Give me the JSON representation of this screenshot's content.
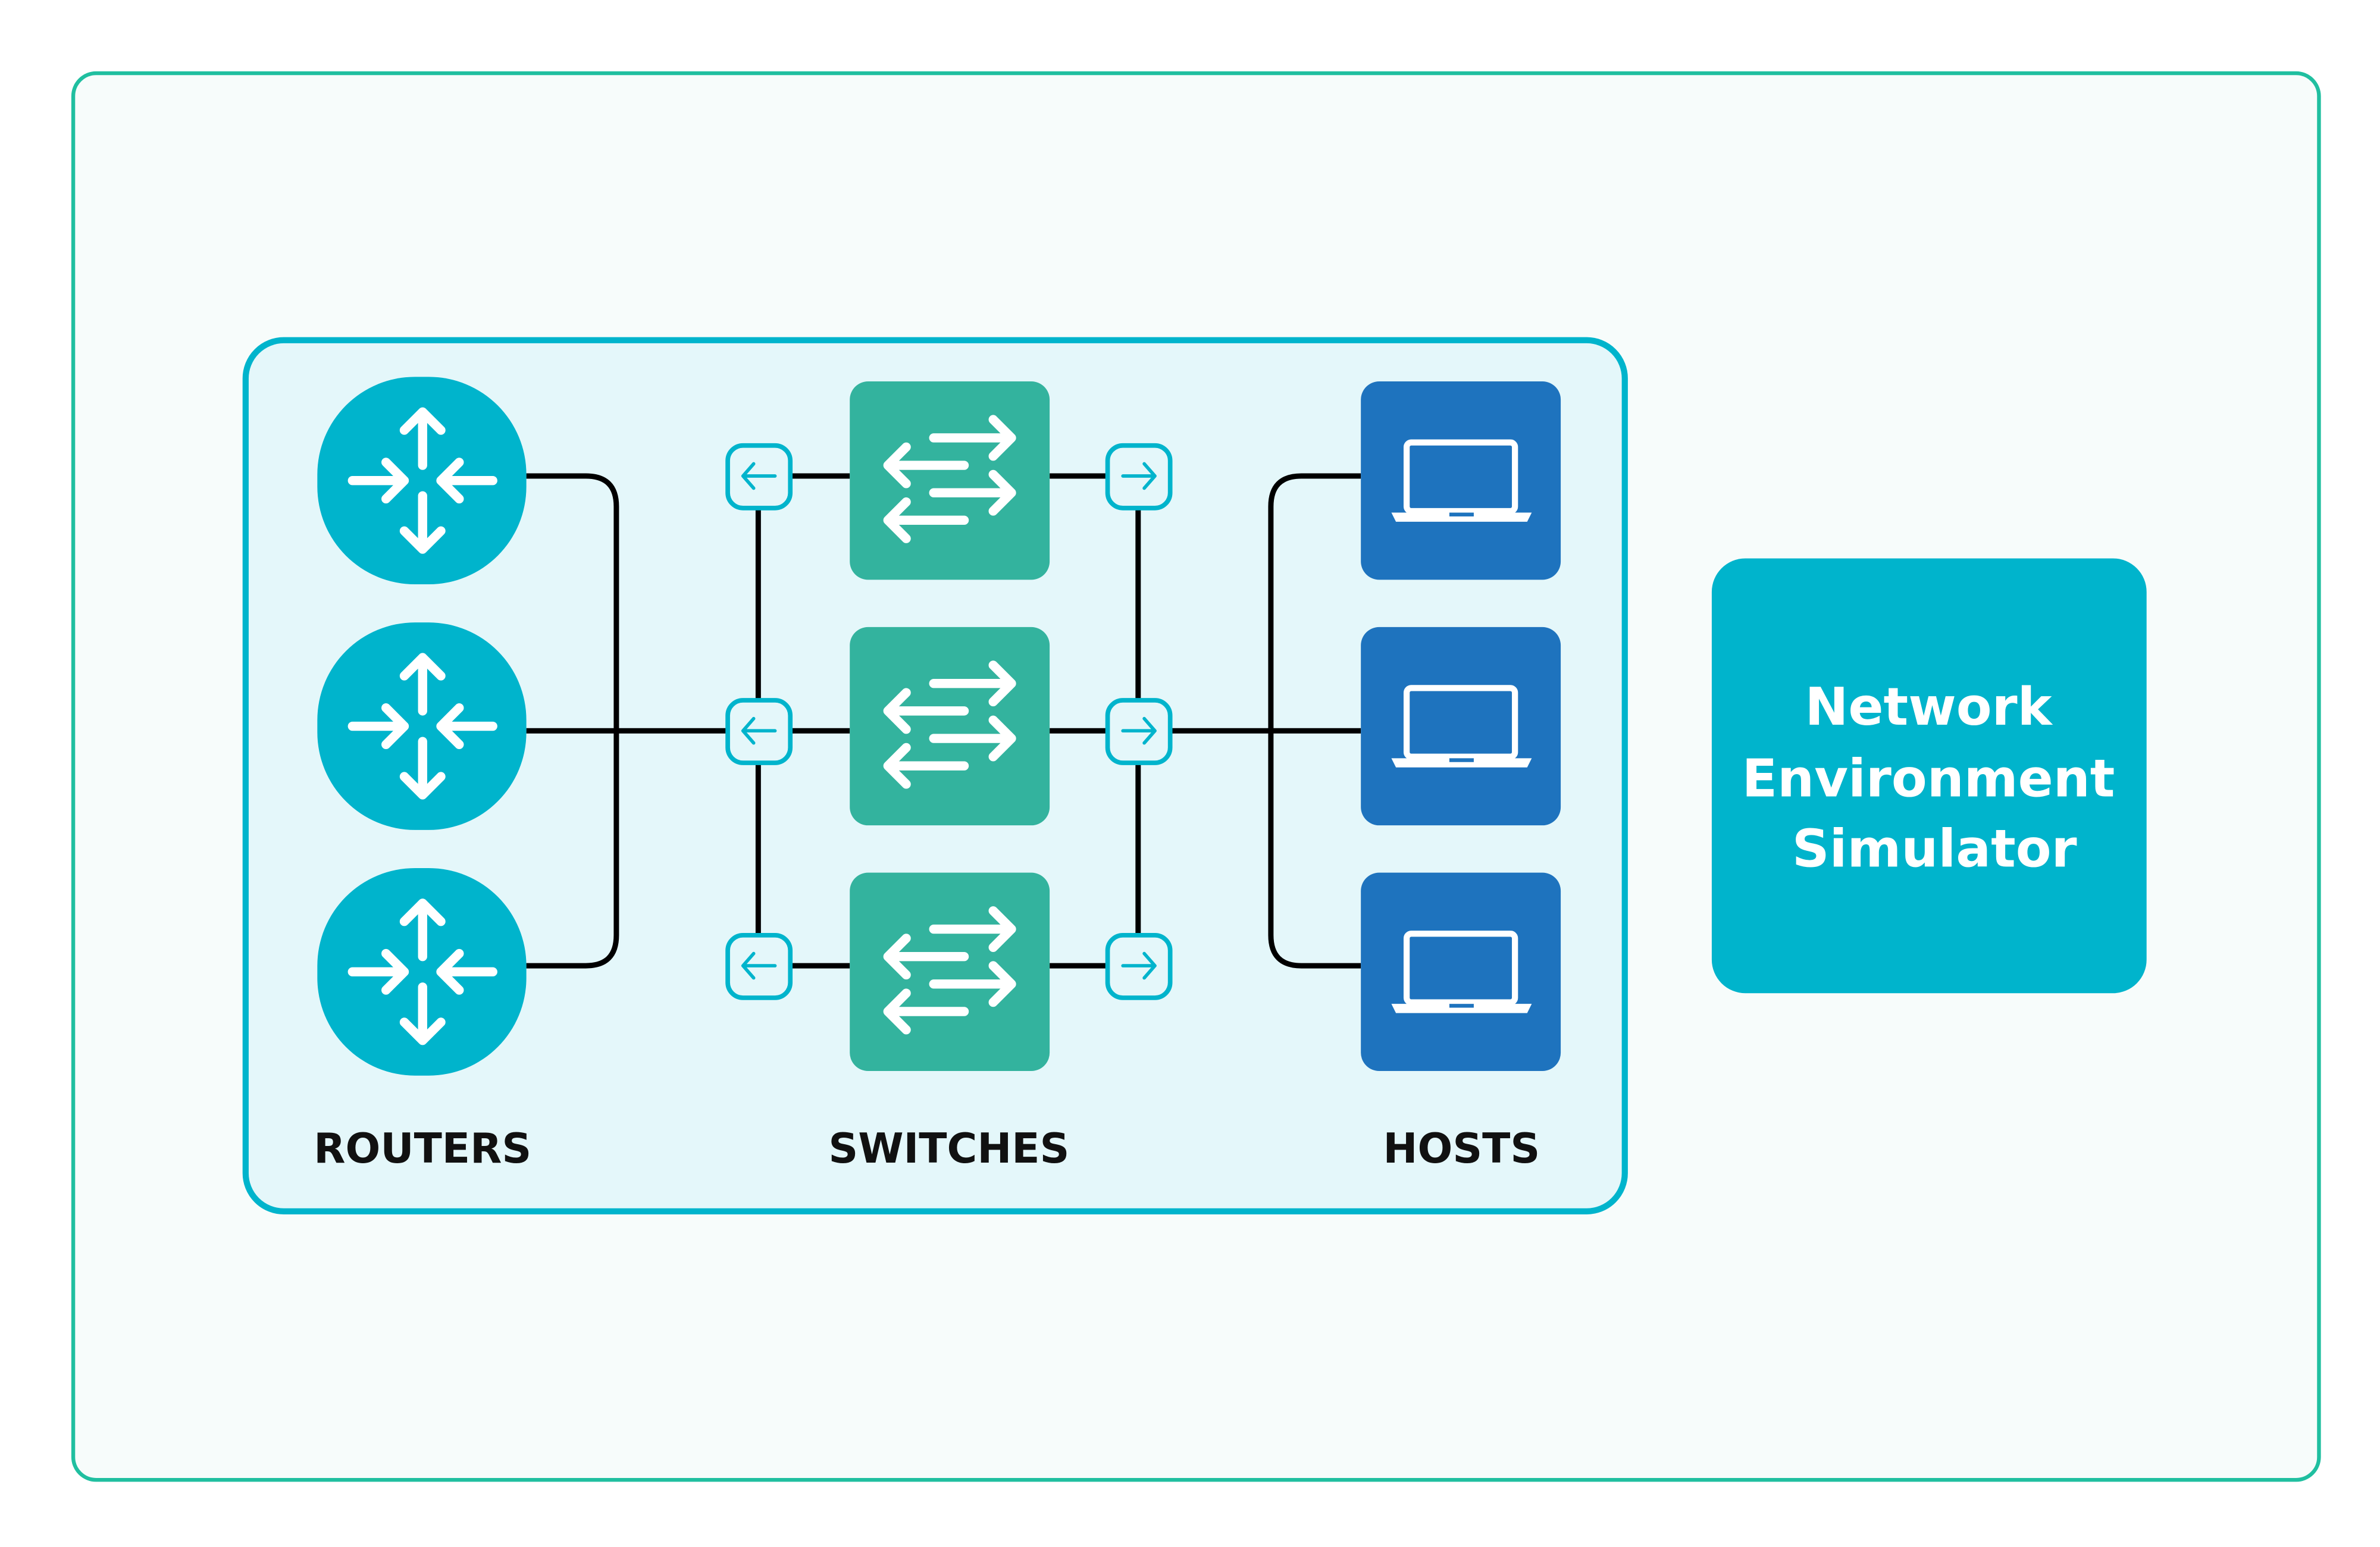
{
  "diagram": {
    "columns": {
      "routers": {
        "label": "ROUTERS",
        "count": 3,
        "icon": "router-icon"
      },
      "switches": {
        "label": "SWITCHES",
        "count": 3,
        "icon": "switch-arrows-icon"
      },
      "hosts": {
        "label": "HOSTS",
        "count": 3,
        "icon": "laptop-icon"
      }
    },
    "simulator": {
      "lines": [
        "Network",
        "Environment",
        "Simulator"
      ]
    },
    "colors": {
      "frame": "#20bfa0",
      "panel_border": "#00b4cc",
      "panel_fill": "#e4f7fa",
      "router": "#00b4cc",
      "switch": "#33b39e",
      "host": "#1e73be",
      "simulator": "#00b4cc"
    }
  }
}
